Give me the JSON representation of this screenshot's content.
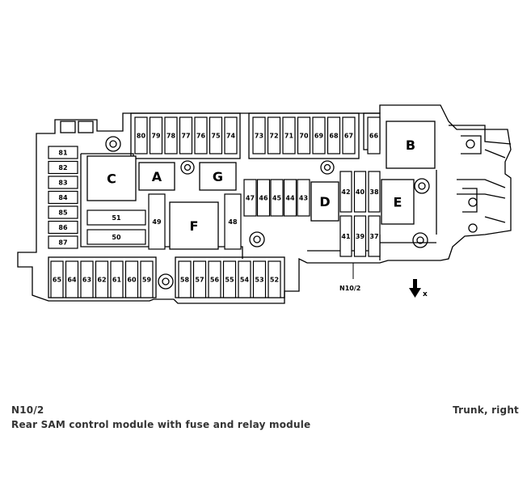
{
  "diagram": {
    "fuses_top_left": [
      "80",
      "79",
      "78",
      "77",
      "76",
      "75",
      "74"
    ],
    "fuses_top_mid": [
      "73",
      "72",
      "71",
      "70",
      "69",
      "68",
      "67"
    ],
    "fuse_top_right": "66",
    "fuses_left_column": [
      "81",
      "82",
      "83",
      "84",
      "85",
      "86",
      "87"
    ],
    "fuses_bottom_left": [
      "65",
      "64",
      "63",
      "62",
      "61",
      "60",
      "59"
    ],
    "fuses_bottom_mid": [
      "58",
      "57",
      "56",
      "55",
      "54",
      "53",
      "52"
    ],
    "fuses_center": [
      "47",
      "46",
      "45",
      "44",
      "43"
    ],
    "fuses_right_upper": [
      "42",
      "40",
      "38"
    ],
    "fuses_right_lower": [
      "41",
      "39",
      "37"
    ],
    "fuse_51": "51",
    "fuse_50": "50",
    "fuse_49": "49",
    "fuse_48": "48",
    "relays": {
      "A": "A",
      "B": "B",
      "C": "C",
      "D": "D",
      "E": "E",
      "F": "F",
      "G": "G"
    },
    "callout_label": "N10/2",
    "direction_label": "x"
  },
  "caption": {
    "code": "N10/2",
    "description": "Rear SAM control module with fuse and relay module",
    "location": "Trunk, right"
  }
}
